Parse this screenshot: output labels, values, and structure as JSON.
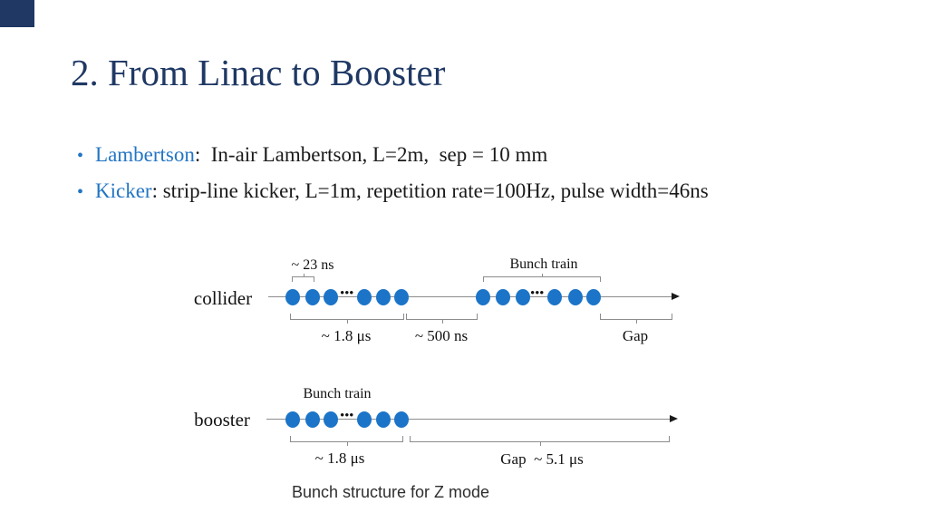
{
  "slide": {
    "title": "2. From Linac to Booster",
    "bullet_marker": "•",
    "bullets": [
      {
        "keyword": "Lambertson",
        "text": ":  In-air Lambertson, L=2m,  sep = 10 mm"
      },
      {
        "keyword": "Kicker",
        "text": ": strip-line kicker, L=1m, repetition rate=100Hz, pulse width=46ns"
      }
    ],
    "caption": "Bunch structure for Z mode"
  },
  "diagram": {
    "collider": {
      "row_label": "collider",
      "bunch_spacing_label": "~ 23 ns",
      "bunch_train_label": "Bunch train",
      "train_length_label": "~ 1.8 μs",
      "train_gap_label": "~ 500 ns",
      "gap_label": "Gap",
      "ellipsis": "•••",
      "visible_bunches_per_train": 6
    },
    "booster": {
      "row_label": "booster",
      "bunch_train_label": "Bunch train",
      "train_length_label": "~ 1.8 μs",
      "gap_label": "Gap  ~ 5.1 μs",
      "ellipsis": "•••",
      "visible_bunches_per_train": 6
    }
  },
  "colors": {
    "navy": "#1F3864",
    "accent": "#2375C4",
    "dotblue": "#1B74C8",
    "line": "#8c8c8c",
    "text": "#1a1a1a"
  }
}
